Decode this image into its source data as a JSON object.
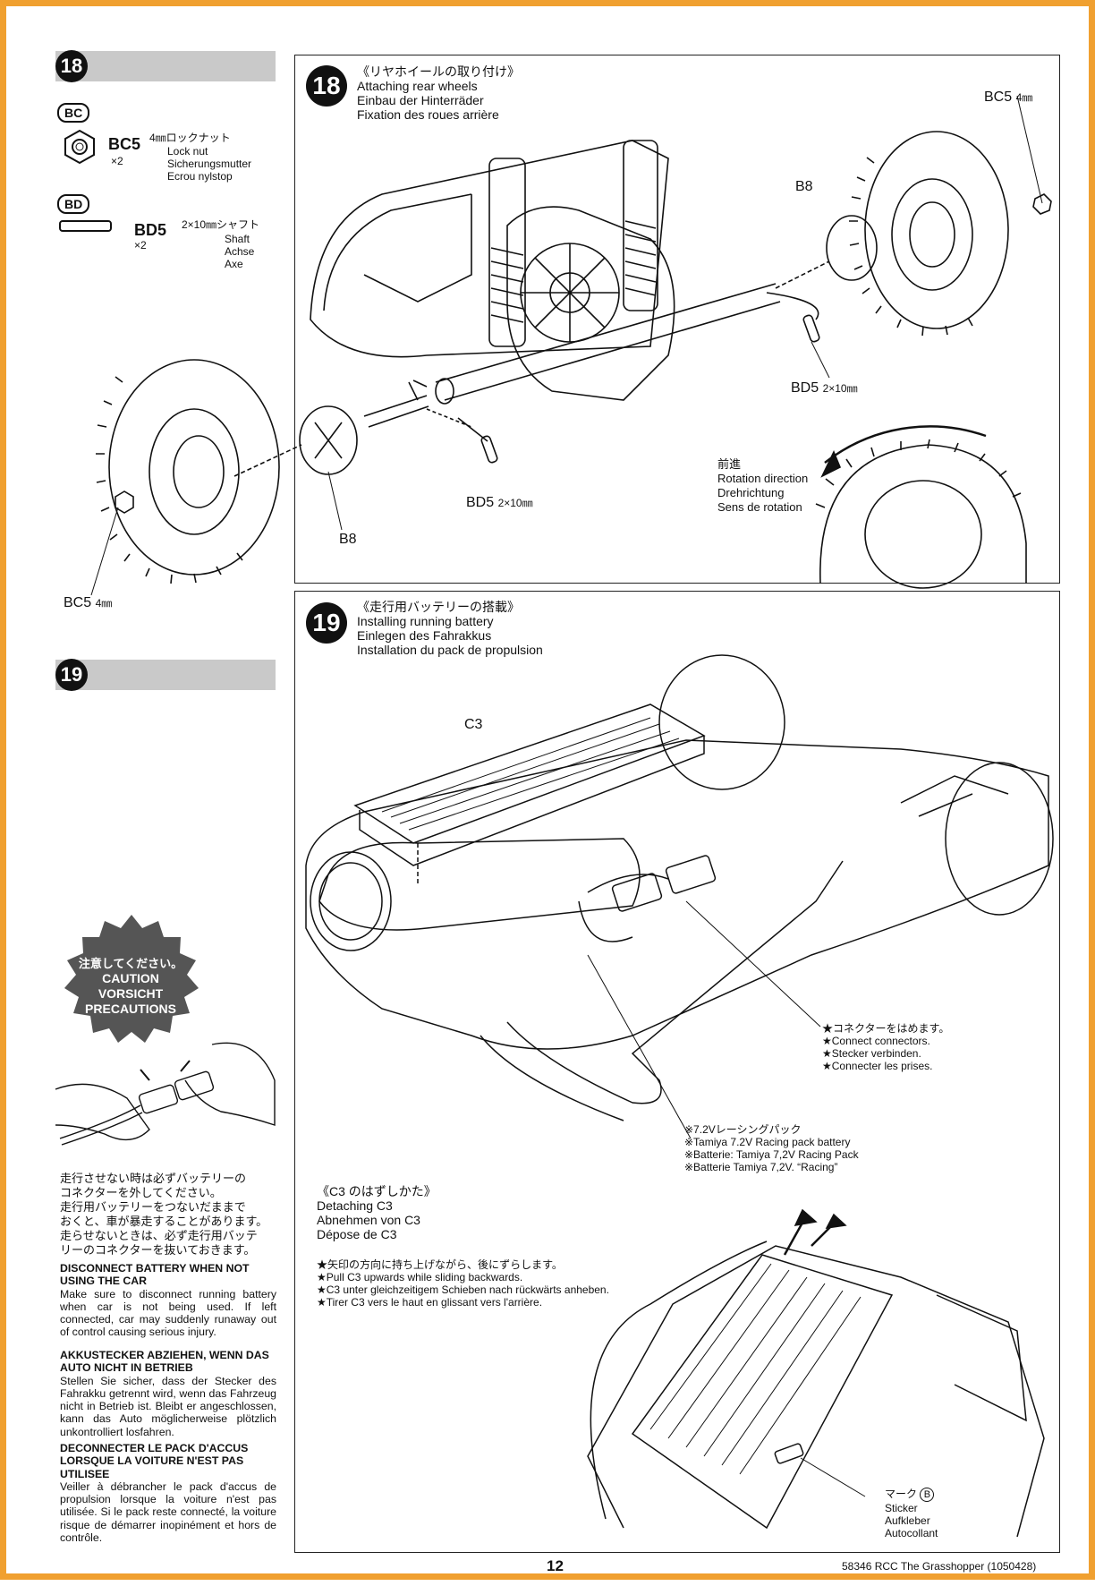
{
  "step18": {
    "number": "18",
    "parts": [
      {
        "bag": "BC",
        "code": "BC5",
        "qty": "×2",
        "size_jp": "4㎜ロックナット",
        "names": [
          "Lock nut",
          "Sicherungsmutter",
          "Ecrou nylstop"
        ]
      },
      {
        "bag": "BD",
        "code": "BD5",
        "qty": "×2",
        "size_jp": "2×10㎜シャフト",
        "names": [
          "Shaft",
          "Achse",
          "Axe"
        ]
      }
    ],
    "title_jp": "《リヤホイールの取り付け》",
    "titles": [
      "Attaching rear wheels",
      "Einbau der Hinterräder",
      "Fixation des roues arrière"
    ],
    "labels": {
      "bc5_top": "BC5",
      "bc5_top_size": "4㎜",
      "b8_top": "B8",
      "bd5_right": "BD5",
      "bd5_right_size": "2×10㎜",
      "bd5_left": "BD5",
      "bd5_left_size": "2×10㎜",
      "b8_left": "B8",
      "bc5_left": "BC5",
      "bc5_left_size": "4㎜"
    },
    "rotation": {
      "jp": "前進",
      "lines": [
        "Rotation direction",
        "Drehrichtung",
        "Sens de rotation"
      ]
    }
  },
  "step19": {
    "number": "19",
    "title_jp": "《走行用バッテリーの搭載》",
    "titles": [
      "Installing running battery",
      "Einlegen des Fahrakkus",
      "Installation du pack de propulsion"
    ],
    "c3_label": "C3",
    "connect": {
      "lines": [
        "★コネクターをはめます。",
        "★Connect connectors.",
        "★Stecker verbinden.",
        "★Connecter les prises."
      ]
    },
    "battery": {
      "lines": [
        "※7.2Vレーシングパック",
        "※Tamiya 7.2V Racing pack battery",
        "※Batterie: Tamiya 7,2V Racing Pack",
        "※Batterie Tamiya 7,2V. “Racing”"
      ]
    },
    "detach": {
      "title_jp": "《C3 のはずしかた》",
      "titles": [
        "Detaching C3",
        "Abnehmen von C3",
        "Dépose de C3"
      ],
      "notes": [
        "★矢印の方向に持ち上げながら、後にずらします。",
        "★Pull C3 upwards while sliding backwards.",
        "★C3 unter gleichzeitigem Schieben nach rückwärts anheben.",
        "★Tirer C3 vers le haut en glissant vers l'arrière."
      ]
    },
    "sticker": {
      "jp": "マーク",
      "mark": "B",
      "lines": [
        "Sticker",
        "Aufkleber",
        "Autocollant"
      ]
    }
  },
  "caution": {
    "badge": [
      "注意してください。",
      "CAUTION",
      "VORSICHT",
      "PRECAUTIONS"
    ],
    "jp": [
      "走行させない時は必ずバッテリーの",
      "コネクターを外してください。",
      "走行用バッテリーをつないだままで",
      "おくと、車が暴走することがあります。",
      "走らせないときは、必ず走行用バッテ",
      "リーのコネクターを抜いておきます。"
    ],
    "en_head": "DISCONNECT BATTERY WHEN NOT USING THE CAR",
    "en_body": "Make sure to disconnect running battery when car is not being used. If left connected, car may suddenly runaway out of control causing serious injury.",
    "de_head": "AKKUSTECKER ABZIEHEN, WENN DAS AUTO NICHT IN BETRIEB",
    "de_body": "Stellen Sie sicher, dass der Stecker des Fahrakku getrennt wird, wenn das Fahrzeug nicht in Betrieb ist. Bleibt er angeschlossen, kann das Auto möglicherweise plötzlich unkontrolliert losfahren.",
    "fr_head": "DECONNECTER LE PACK D'ACCUS LORSQUE LA VOITURE N'EST PAS UTILISEE",
    "fr_body": "Veiller à débrancher le pack d'accus de propulsion lorsque la voiture n'est pas utilisée. Si le pack reste connecté, la voiture risque de démarrer inopinément et hors de contrôle."
  },
  "footer": {
    "page": "12",
    "model": "58346  RCC The Grasshopper (1050428)"
  }
}
